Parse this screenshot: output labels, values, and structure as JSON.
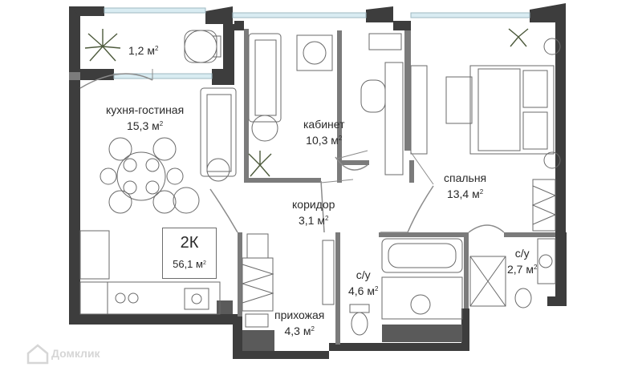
{
  "plan": {
    "rooms_badge": "2К",
    "total_area": "56,1 м",
    "total_area_sup": "2"
  },
  "rooms": [
    {
      "name": "",
      "area": "1,2 м",
      "sup": "2"
    },
    {
      "name": "кухня-гостиная",
      "area": "15,3 м",
      "sup": "2"
    },
    {
      "name": "кабинет",
      "area": "10,3 м",
      "sup": "2"
    },
    {
      "name": "спальня",
      "area": "13,4 м",
      "sup": "2"
    },
    {
      "name": "коридор",
      "area": "3,1 м",
      "sup": "2"
    },
    {
      "name": "с/у",
      "area": "4,6 м",
      "sup": "2"
    },
    {
      "name": "с/у",
      "area": "2,7 м",
      "sup": "2"
    },
    {
      "name": "прихожая",
      "area": "4,3 м",
      "sup": "2"
    }
  ],
  "watermark": {
    "text": "Домклик"
  },
  "colors": {
    "wall": "#3d3d3d",
    "wall_light": "#8b8b8b",
    "window": "#cfe6ee",
    "furniture": "#6a6a6a",
    "plant": "#4d5a3c"
  }
}
